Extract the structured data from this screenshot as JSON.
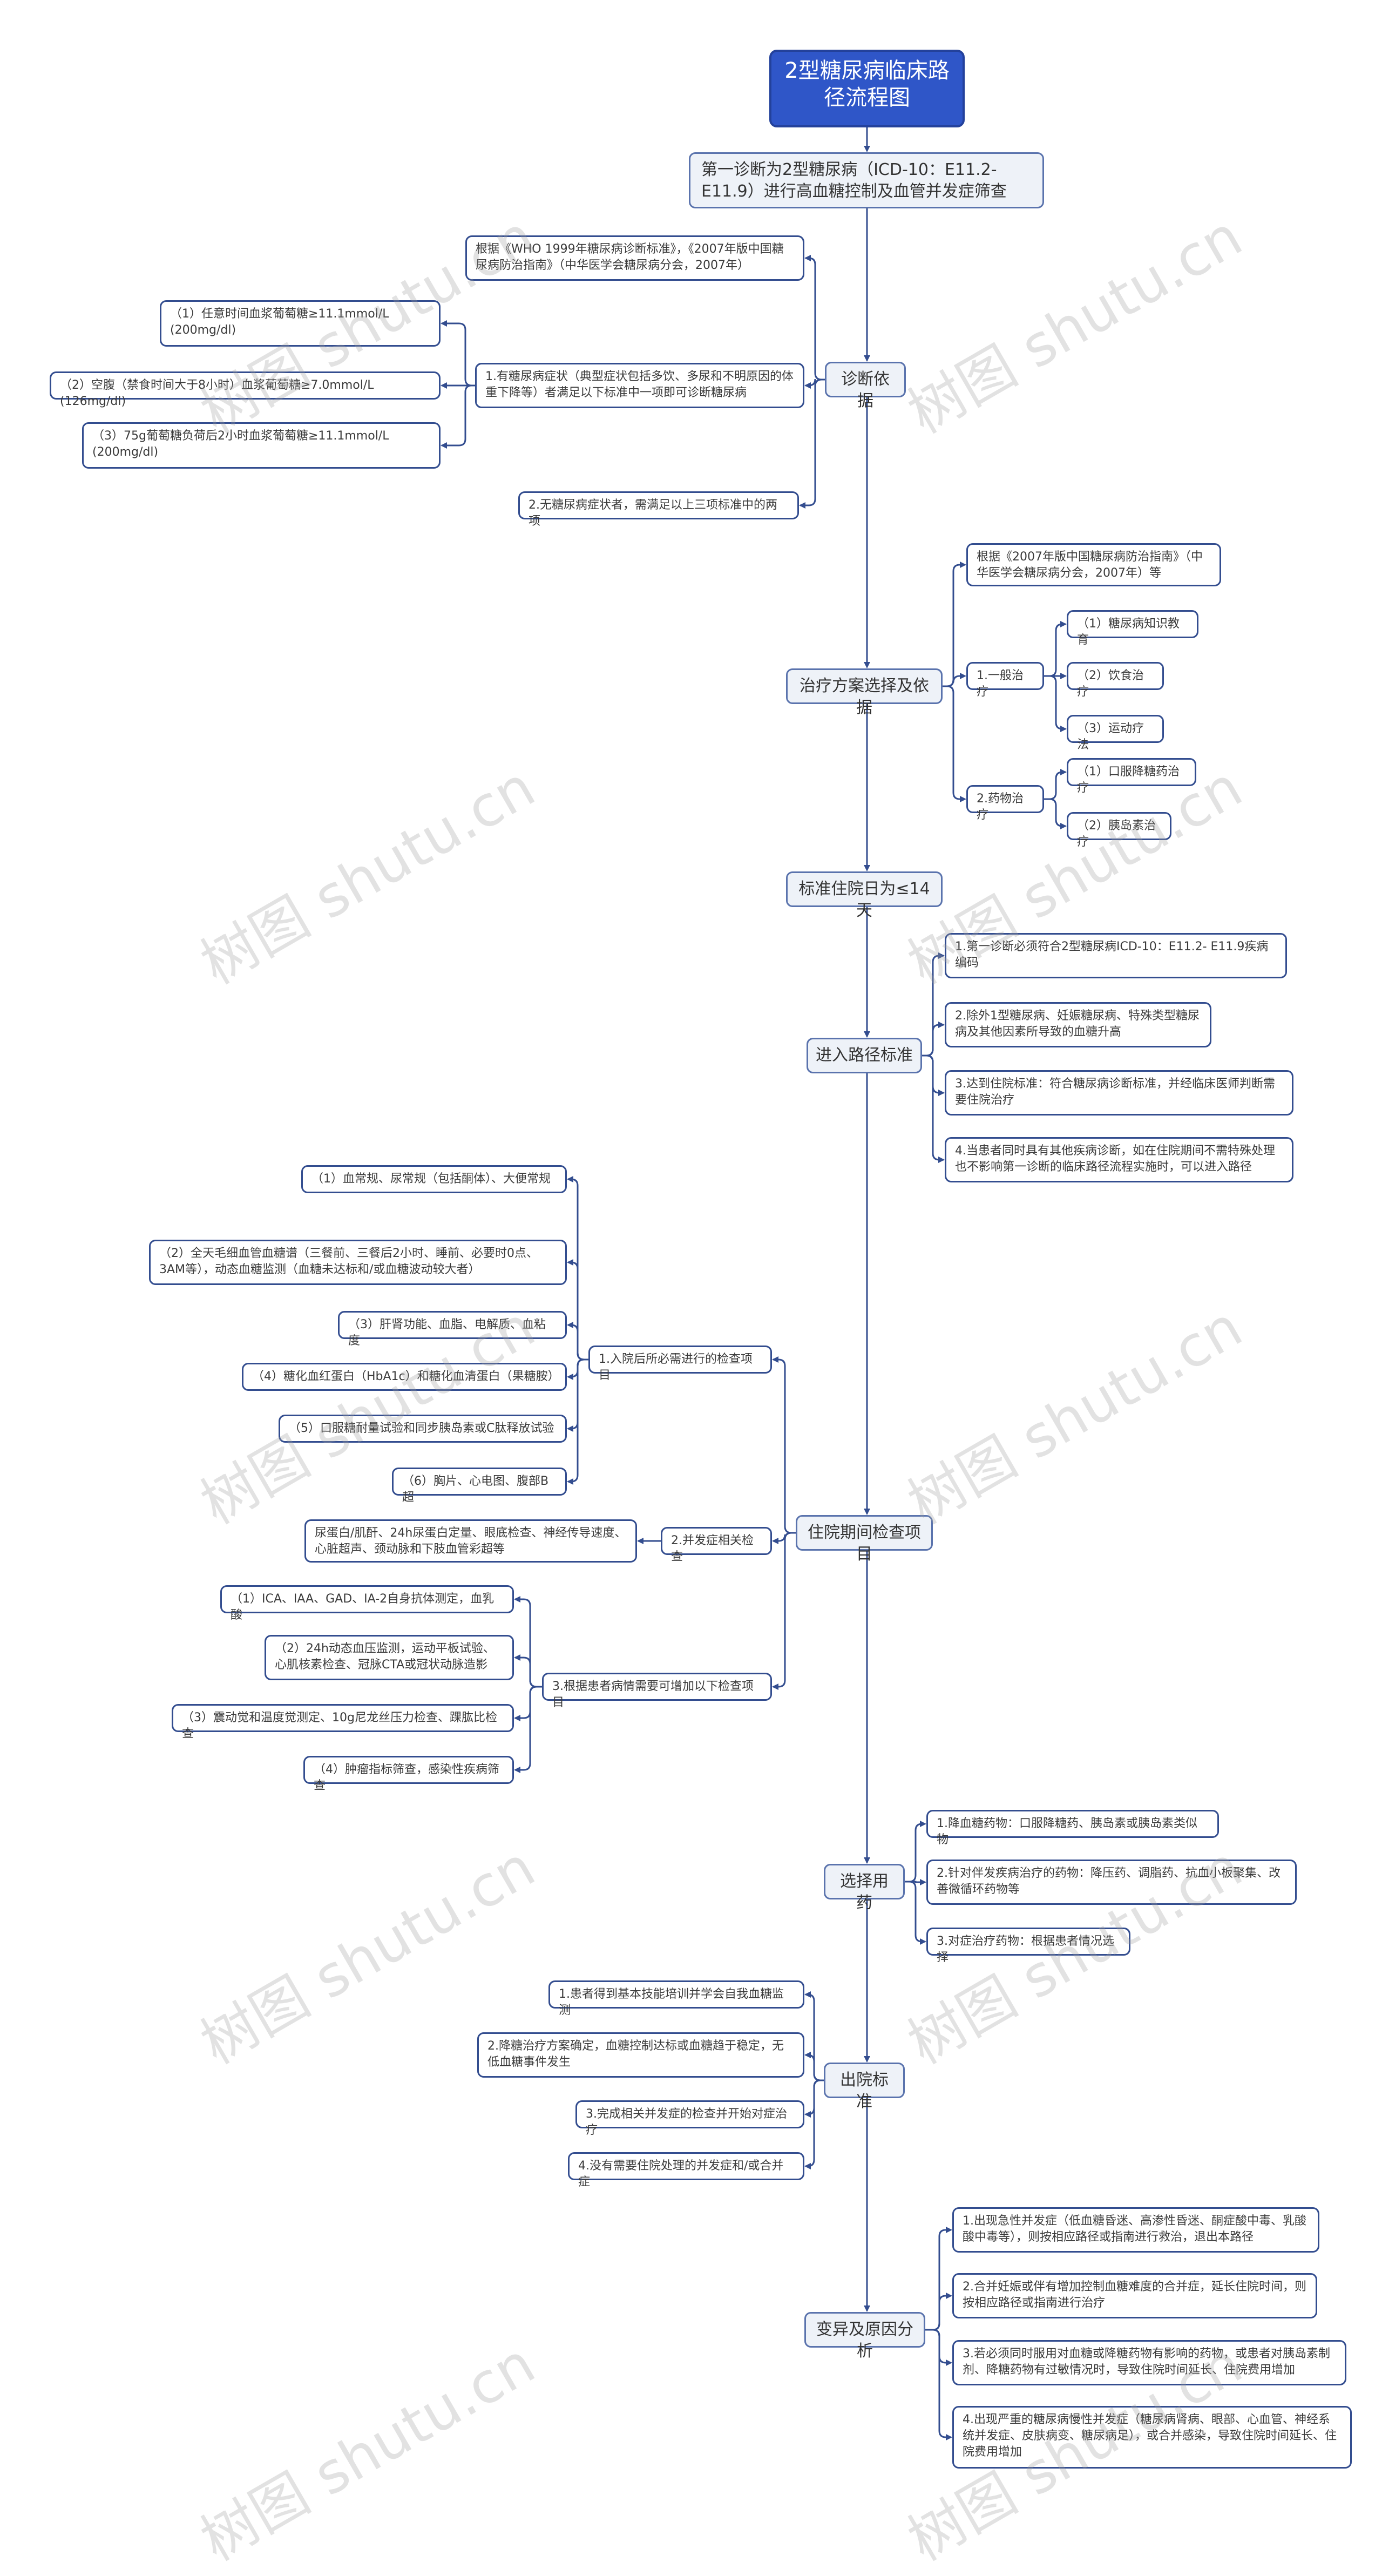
{
  "root": "2型糖尿病临床路径流程图",
  "first_node": "第一诊断为2型糖尿病（ICD-10：E11.2- E11.9）进行高血糖控制及血管并发症筛查",
  "sections": {
    "diagnosis": {
      "title": "诊断依据",
      "basis": "根据《WHO 1999年糖尿病诊断标准》，《2007年版中国糖尿病防治指南》（中华医学会糖尿病分会，2007年）",
      "item1": "1.有糖尿病症状（典型症状包括多饮、多尿和不明原因的体重下降等）者满足以下标准中一项即可诊断糖尿病",
      "item1_subs": [
        "（1）任意时间血浆葡萄糖≥11.1mmol/L (200mg/dl)",
        "（2）空腹（禁食时间大于8小时）血浆葡萄糖≥7.0mmol/L (126mg/dl)",
        "（3）75g葡萄糖负荷后2小时血浆葡萄糖≥11.1mmol/L (200mg/dl)"
      ],
      "item2": "2.无糖尿病症状者，需满足以上三项标准中的两项"
    },
    "treatment": {
      "title": "治疗方案选择及依据",
      "basis": "根据《2007年版中国糖尿病防治指南》（中华医学会糖尿病分会，2007年）等",
      "general": "1.一般治疗",
      "general_subs": [
        "（1）糖尿病知识教育",
        "（2）饮食治疗",
        "（3）运动疗法"
      ],
      "drug": "2.药物治疗",
      "drug_subs": [
        "（1）口服降糖药治疗",
        "（2）胰岛素治疗"
      ]
    },
    "stay": {
      "title": "标准住院日为≤14天"
    },
    "entry": {
      "title": "进入路径标准",
      "items": [
        "1.第一诊断必须符合2型糖尿病ICD-10：E11.2- E11.9疾病编码",
        "2.除外1型糖尿病、妊娠糖尿病、特殊类型糖尿病及其他因素所导致的血糖升高",
        "3.达到住院标准：符合糖尿病诊断标准，并经临床医师判断需要住院治疗",
        "4.当患者同时具有其他疾病诊断，如在住院期间不需特殊处理也不影响第一诊断的临床路径流程实施时，可以进入路径"
      ]
    },
    "exams": {
      "title": "住院期间检查项目",
      "group1": "1.入院后所必需进行的检查项目",
      "group1_subs": [
        "（1）血常规、尿常规（包括酮体）、大便常规",
        "（2）全天毛细血管血糖谱（三餐前、三餐后2小时、睡前、必要时0点、3AM等），动态血糖监测（血糖未达标和/或血糖波动较大者）",
        "（3）肝肾功能、血脂、电解质、血粘度",
        "（4）糖化血红蛋白（HbA1c）和糖化血清蛋白（果糖胺）",
        "（5）口服糖耐量试验和同步胰岛素或C肽释放试验",
        "（6）胸片、心电图、腹部B超"
      ],
      "group2": "2.并发症相关检查",
      "group2_sub": "尿蛋白/肌酐、24h尿蛋白定量、眼底检查、神经传导速度、心脏超声、颈动脉和下肢血管彩超等",
      "group3": "3.根据患者病情需要可增加以下检查项目",
      "group3_subs": [
        "（1）ICA、IAA、GAD、IA-2自身抗体测定，血乳酸",
        "（2）24h动态血压监测，运动平板试验、心肌核素检查、冠脉CTA或冠状动脉造影",
        "（3）震动觉和温度觉测定、10g尼龙丝压力检查、踝肱比检查",
        "（4）肿瘤指标筛查，感染性疾病筛查"
      ]
    },
    "drugs": {
      "title": "选择用药",
      "items": [
        "1.降血糖药物：口服降糖药、胰岛素或胰岛素类似物",
        "2.针对伴发疾病治疗的药物：降压药、调脂药、抗血小板聚集、改善微循环药物等",
        "3.对症治疗药物：根据患者情况选择"
      ]
    },
    "discharge": {
      "title": "出院标准",
      "items": [
        "1.患者得到基本技能培训并学会自我血糖监测",
        "2.降糖治疗方案确定，血糖控制达标或血糖趋于稳定，无低血糖事件发生",
        "3.完成相关并发症的检查并开始对症治疗",
        "4.没有需要住院处理的并发症和/或合并症"
      ]
    },
    "variation": {
      "title": "变异及原因分析",
      "items": [
        "1.出现急性并发症（低血糖昏迷、高渗性昏迷、酮症酸中毒、乳酸酸中毒等），则按相应路径或指南进行救治，退出本路径",
        "2.合并妊娠或伴有增加控制血糖难度的合并症，延长住院时间，则按相应路径或指南进行治疗",
        "3.若必须同时服用对血糖或降糖药物有影响的药物，或患者对胰岛素制剂、降糖药物有过敏情况时，导致住院时间延长、住院费用增加",
        "4.出现严重的糖尿病慢性并发症（糖尿病肾病、眼部、心血管、神经系统并发症、皮肤病变、糖尿病足），或合并感染，导致住院时间延长、住院费用增加"
      ]
    }
  },
  "watermark": "树图 shutu.cn",
  "colors": {
    "root_fill": "#2f56c8",
    "line": "#334d8f",
    "node_border": "#334d8f",
    "l1_fill": "#eef2f8"
  }
}
